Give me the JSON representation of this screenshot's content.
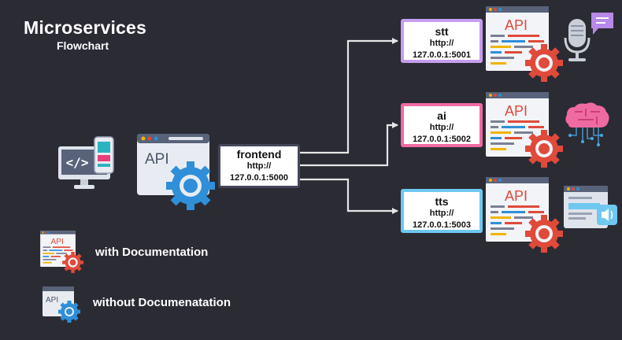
{
  "title": "Microservices",
  "subtitle": "Flowchart",
  "colors": {
    "background": "#2b2b34",
    "stt_border": "#c79df0",
    "ai_border": "#f06aa2",
    "tts_border": "#6ec8f0",
    "documented_gear": "#e04a3a",
    "undocumented_gear": "#2f8fd8"
  },
  "nodes": {
    "frontend": {
      "name": "frontend",
      "url1": "http://",
      "url2": "127.0.0.1:5000"
    },
    "stt": {
      "name": "stt",
      "url1": "http://",
      "url2": "127.0.0.1:5001"
    },
    "ai": {
      "name": "ai",
      "url1": "http://",
      "url2": "127.0.0.1:5002"
    },
    "tts": {
      "name": "tts",
      "url1": "http://",
      "url2": "127.0.0.1:5003"
    }
  },
  "api_label": "API",
  "legend": {
    "with_doc": "with Documentation",
    "without_doc": "without Documenatation"
  },
  "icons": [
    "developer-computer-icon",
    "api-window-gear-icon",
    "api-doc-gear-icon",
    "microphone-icon",
    "speech-bubble-icon",
    "brain-circuit-icon",
    "speaker-window-icon"
  ]
}
